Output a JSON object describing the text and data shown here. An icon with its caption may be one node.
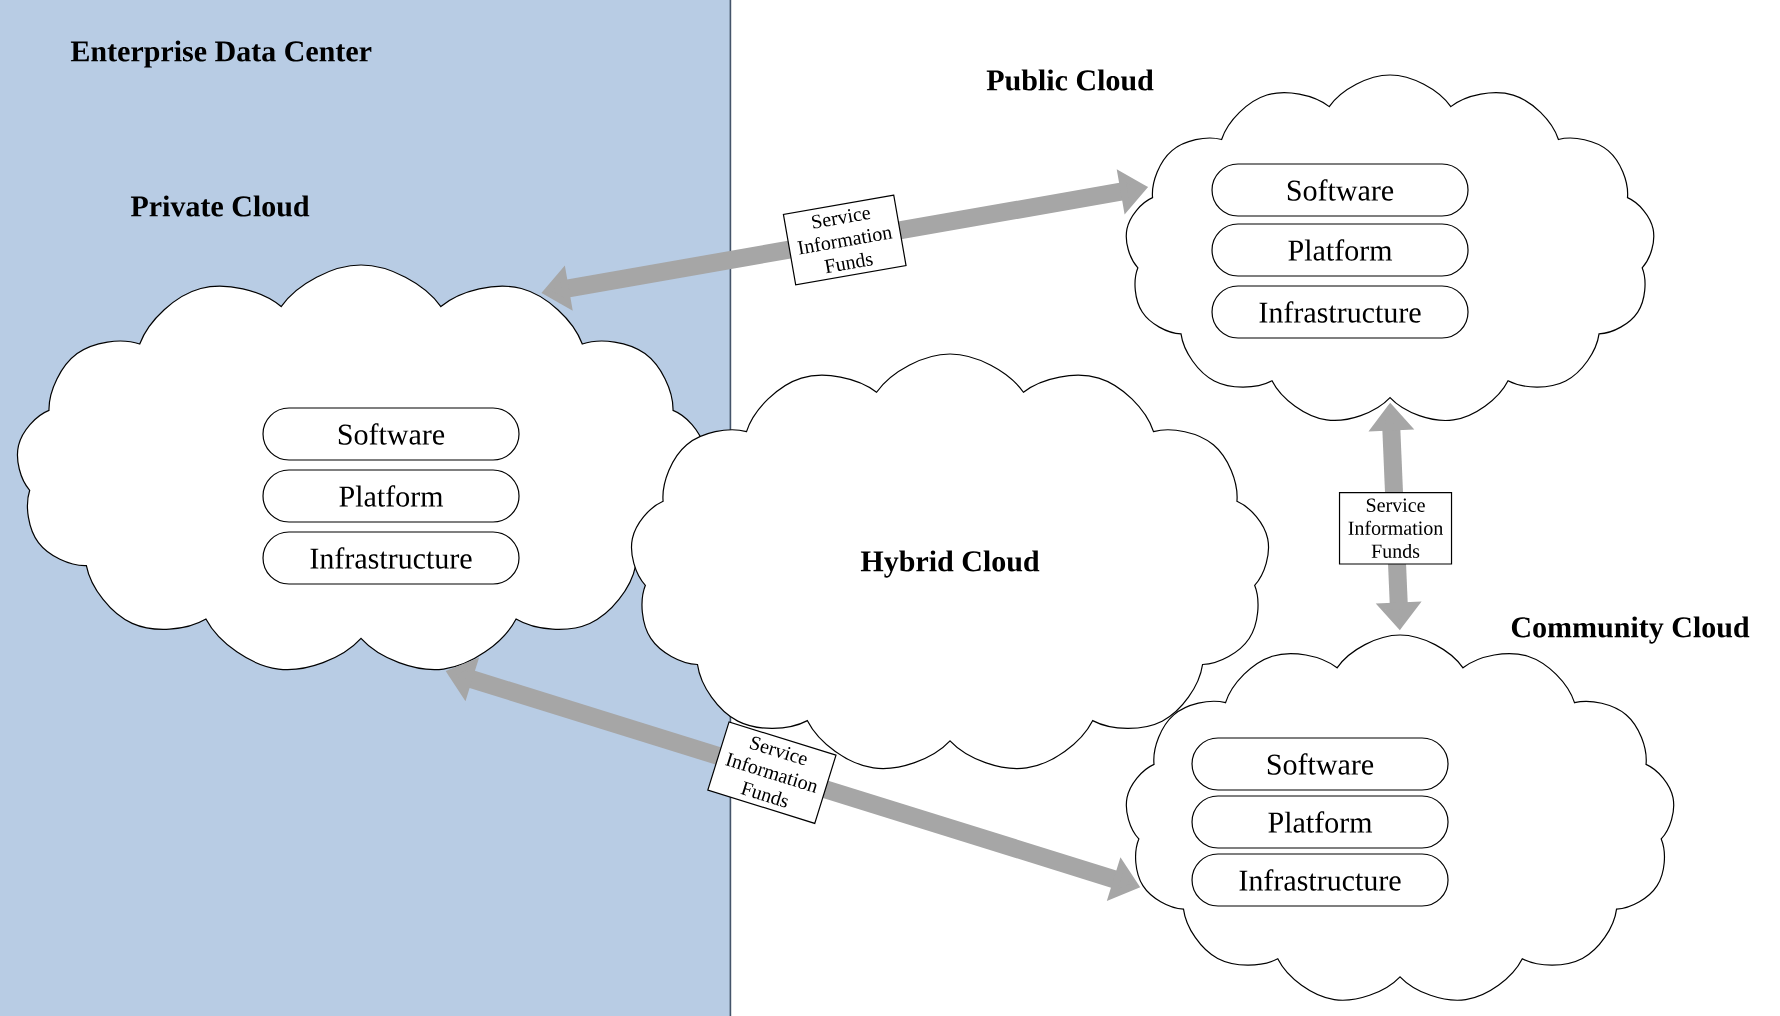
{
  "diagram": {
    "nodes": [
      {
        "text": [
          "Enterprise Data Center"
        ]
      },
      {
        "text": [
          "Private Cloud"
        ],
        "in": 0
      },
      {
        "text": [
          "Software"
        ],
        "in": 1
      },
      {
        "text": [
          "Platform"
        ],
        "in": 1
      },
      {
        "text": [
          "Infrastructure"
        ],
        "in": 1
      },
      {
        "text": [
          "Public Cloud"
        ]
      },
      {
        "text": [
          "Software"
        ],
        "in": 5
      },
      {
        "text": [
          "Platform"
        ],
        "in": 5
      },
      {
        "text": [
          "Infrastructure"
        ],
        "in": 5
      },
      {
        "text": [
          "Hybrid Cloud"
        ]
      },
      {
        "text": [
          "Community Cloud"
        ]
      },
      {
        "text": [
          "Software"
        ],
        "in": 10
      },
      {
        "text": [
          "Platform"
        ],
        "in": 10
      },
      {
        "text": [
          "Infrastructure"
        ],
        "in": 10
      }
    ],
    "edges": [
      {
        "from": 5,
        "to": 1,
        "arrow": "both",
        "label": "Service Information Funds"
      },
      {
        "from": 5,
        "to": 10,
        "arrow": "both",
        "label": "Service Information Funds"
      },
      {
        "from": 1,
        "to": 10,
        "arrow": "both",
        "label": "Service Information Funds"
      }
    ]
  }
}
